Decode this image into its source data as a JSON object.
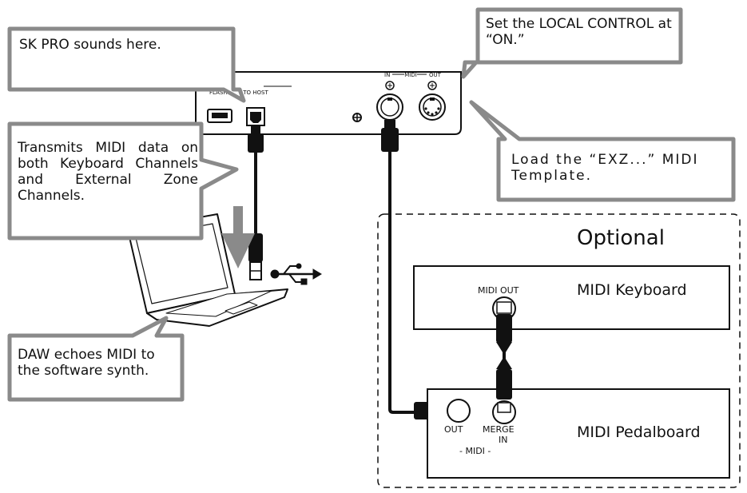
{
  "callouts": {
    "sk_pro": "SK PRO sounds here.",
    "local_control": "Set the LOCAL CONTROL at “ON.”",
    "transmits": "Transmits MIDI data on both Keyboard Channels and External Zone Channels.",
    "load_template": "Load the “EXZ...” MIDI Template.",
    "daw_echo": "DAW echoes MIDI to the software synth."
  },
  "panel": {
    "flash_label": "FLASH",
    "to_host_label": "TO HOST",
    "midi_in_label": "IN",
    "midi_center_label": "MIDI",
    "midi_out_label": "OUT"
  },
  "optional": {
    "title": "Optional",
    "keyboard_title": "MIDI Keyboard",
    "keyboard_port": "MIDI OUT",
    "pedalboard_title": "MIDI Pedalboard",
    "pedal_out_label": "OUT",
    "pedal_merge_label": "MERGE",
    "pedal_in_label": "IN",
    "pedal_midi_label": "- MIDI -"
  },
  "colors": {
    "callout_fill": "#ffffff",
    "callout_border": "#8a8a8a",
    "line": "#111111"
  }
}
